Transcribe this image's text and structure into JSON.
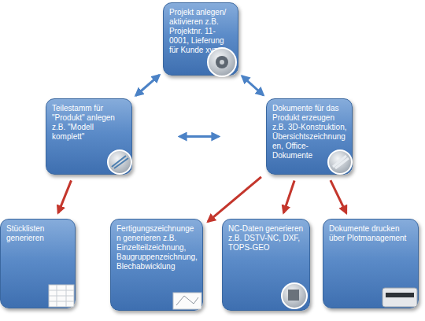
{
  "diagram": {
    "nodes": [
      {
        "text": [
          "Projekt anlegen/ aktivieren z.B. Projektnr. 11-0001, Lieferung für Kunde xyz"
        ]
      },
      {
        "text": [
          "Teilestamm für \"Produkt\" anlegen z.B. \"Modell komplett\""
        ]
      },
      {
        "text": [
          "Dokumente für das Produkt erzeugen z.B. 3D-Konstruktion, Übersichtszeichnungen, Office-Dokumente"
        ]
      },
      {
        "text": [
          "Stücklisten generieren"
        ]
      },
      {
        "text": [
          "Fertigungszeichnungen generieren z.B. Einzelteilzeichnung, Baugruppenzeichnung, Blechabwicklung"
        ]
      },
      {
        "text": [
          "NC-Daten generieren z.B. DSTV-NC, DXF, TOPS-GEO"
        ]
      },
      {
        "text": [
          "Dokumente drucken über Plotmanagement"
        ]
      }
    ],
    "edges": [
      {
        "from": 1,
        "to": 0,
        "arrow": "both"
      },
      {
        "from": 2,
        "to": 0,
        "arrow": "both"
      },
      {
        "from": 1,
        "to": 2,
        "arrow": "both"
      },
      {
        "from": 1,
        "to": 3,
        "arrow": "to"
      },
      {
        "from": 2,
        "to": 4,
        "arrow": "to"
      },
      {
        "from": 2,
        "to": 5,
        "arrow": "to"
      },
      {
        "from": 2,
        "to": 6,
        "arrow": "to"
      }
    ]
  }
}
